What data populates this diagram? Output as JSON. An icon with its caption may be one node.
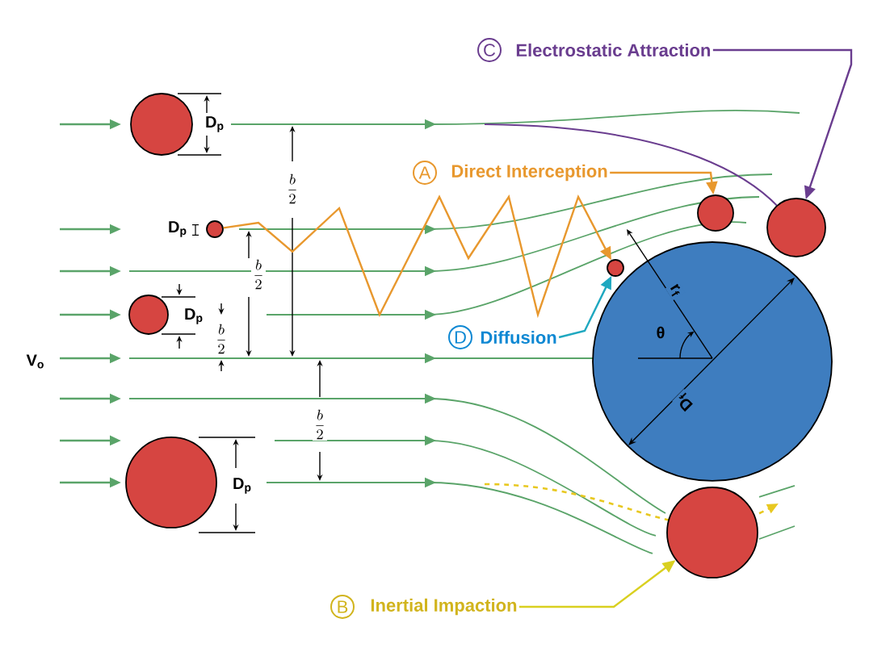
{
  "diagram": {
    "nodes": [
      {
        "text": [
          "C",
          "Electrostatic Attraction"
        ]
      },
      {
        "text": [
          "A",
          "Direct Interception"
        ]
      },
      {
        "text": [
          "D",
          "Diffusion"
        ]
      },
      {
        "text": [
          "B",
          "Inertial Impaction"
        ]
      },
      {
        "text": [],
        "shape": "circle"
      },
      {
        "text": [],
        "shape": "circle"
      },
      {
        "text": [],
        "shape": "circle"
      },
      {
        "text": [],
        "shape": "circle"
      },
      {
        "text": [],
        "shape": "circle"
      },
      {
        "text": [],
        "shape": "circle"
      },
      {
        "text": [],
        "shape": "circle"
      },
      {
        "text": [],
        "shape": "circle"
      },
      {
        "text": [],
        "shape": "circle"
      }
    ],
    "edges": [
      {
        "from": 0,
        "to": 10,
        "arrow": "to",
        "color": "#6a3d8f"
      },
      {
        "from": 1,
        "to": 9,
        "arrow": "to",
        "color": "#e8982e"
      },
      {
        "from": 5,
        "to": 11,
        "arrow": "to",
        "color": "#e8982e"
      },
      {
        "from": 2,
        "to": 11,
        "arrow": "to",
        "color": "#1fa8c0"
      },
      {
        "from": 3,
        "to": 12,
        "arrow": "to",
        "color": "#d9d020"
      }
    ],
    "labels": [
      "D$_{p}$",
      "\\frac{b}{2}",
      "D$_{p}$",
      "D$_{p}$",
      "\\frac{b}{2}",
      "\\frac{b}{2}",
      "V$_{o}$",
      "\\frac{b}{2}",
      "D$_{p}$",
      "r$_{f}$",
      "θ",
      "D$_{f}$"
    ]
  }
}
